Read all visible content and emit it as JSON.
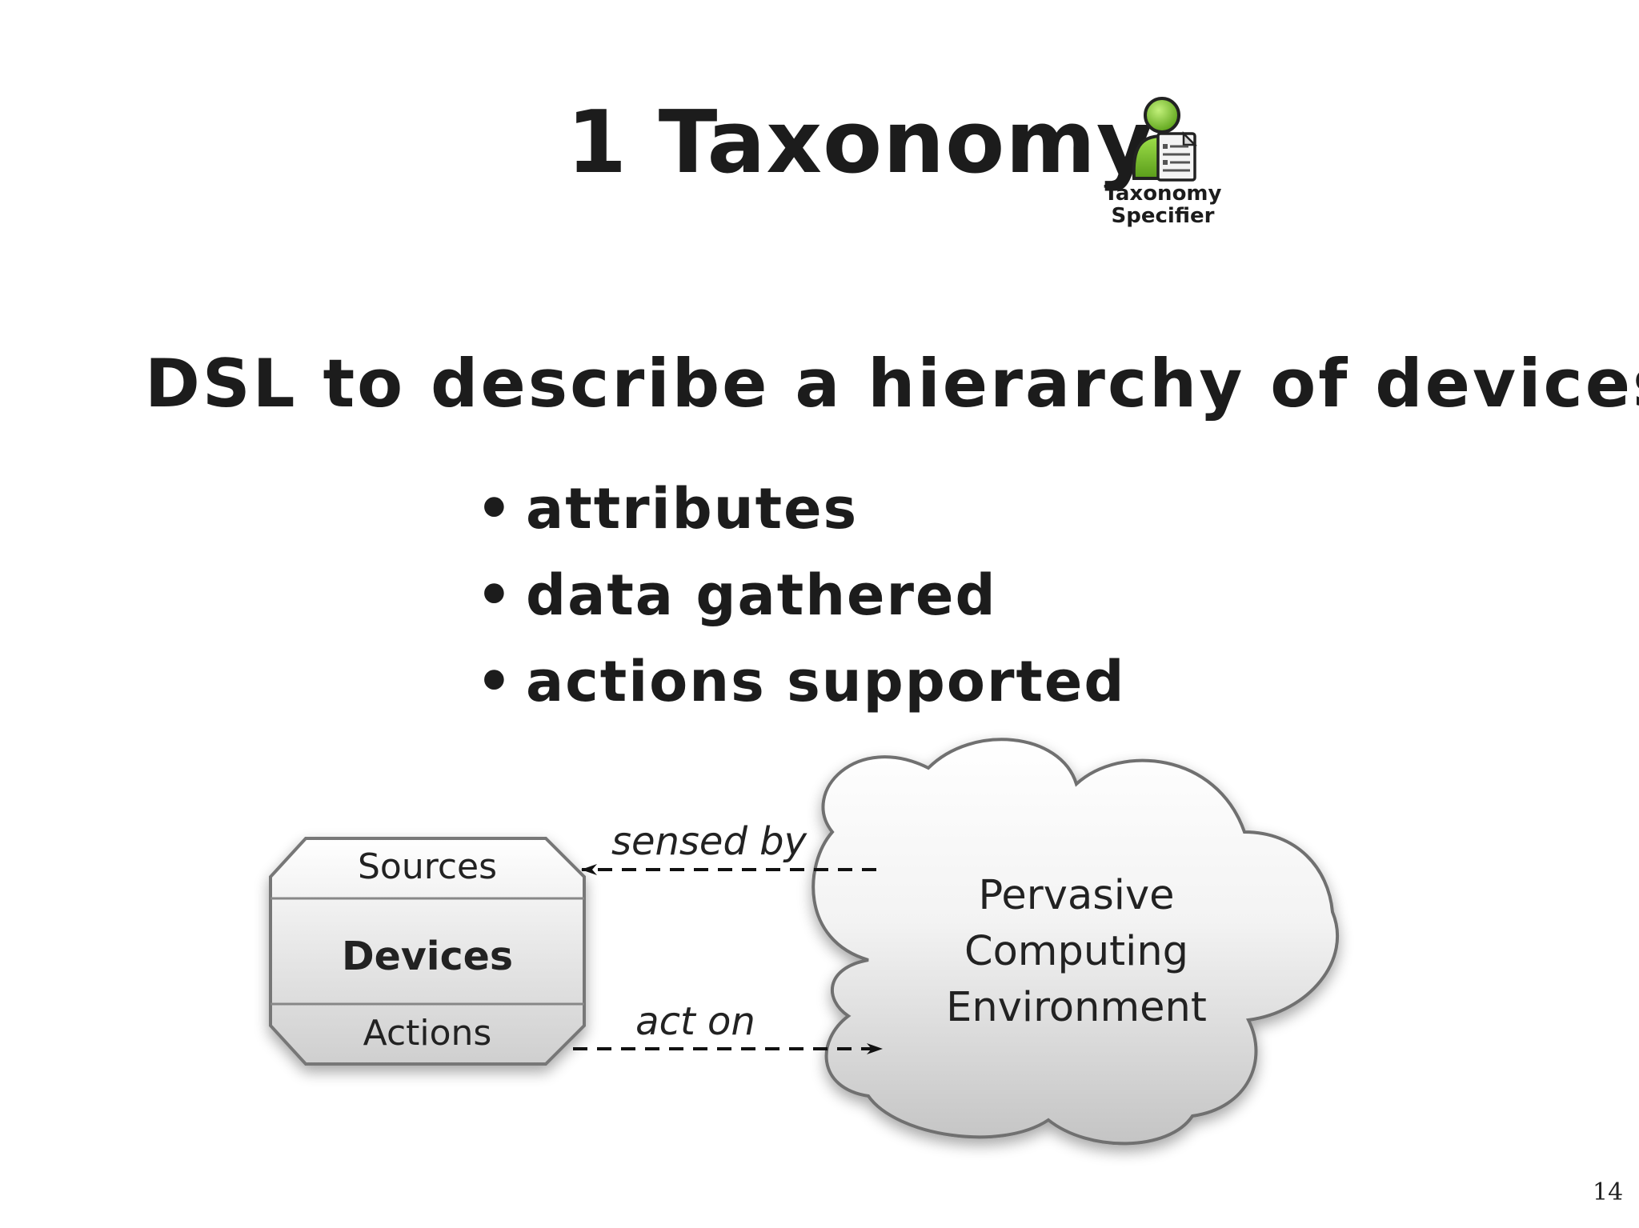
{
  "slide": {
    "title": "1 Taxonomy",
    "role_badge": {
      "icon": "person-document-icon",
      "line1": "Taxonomy",
      "line2": "Specifier",
      "icon_color": "#7dc52e"
    },
    "subtitle": "DSL to describe a hierarchy of devices",
    "bullets": [
      "attributes",
      "data gathered",
      "actions supported"
    ],
    "bullet_glyph": "•",
    "page_number": "14"
  },
  "diagram": {
    "device_box": {
      "top": "Sources",
      "middle": "Devices",
      "bottom": "Actions"
    },
    "cloud": {
      "line1": "Pervasive",
      "line2": "Computing",
      "line3": "Environment"
    },
    "arrows": {
      "upper": "sensed by",
      "lower": "act on"
    }
  }
}
